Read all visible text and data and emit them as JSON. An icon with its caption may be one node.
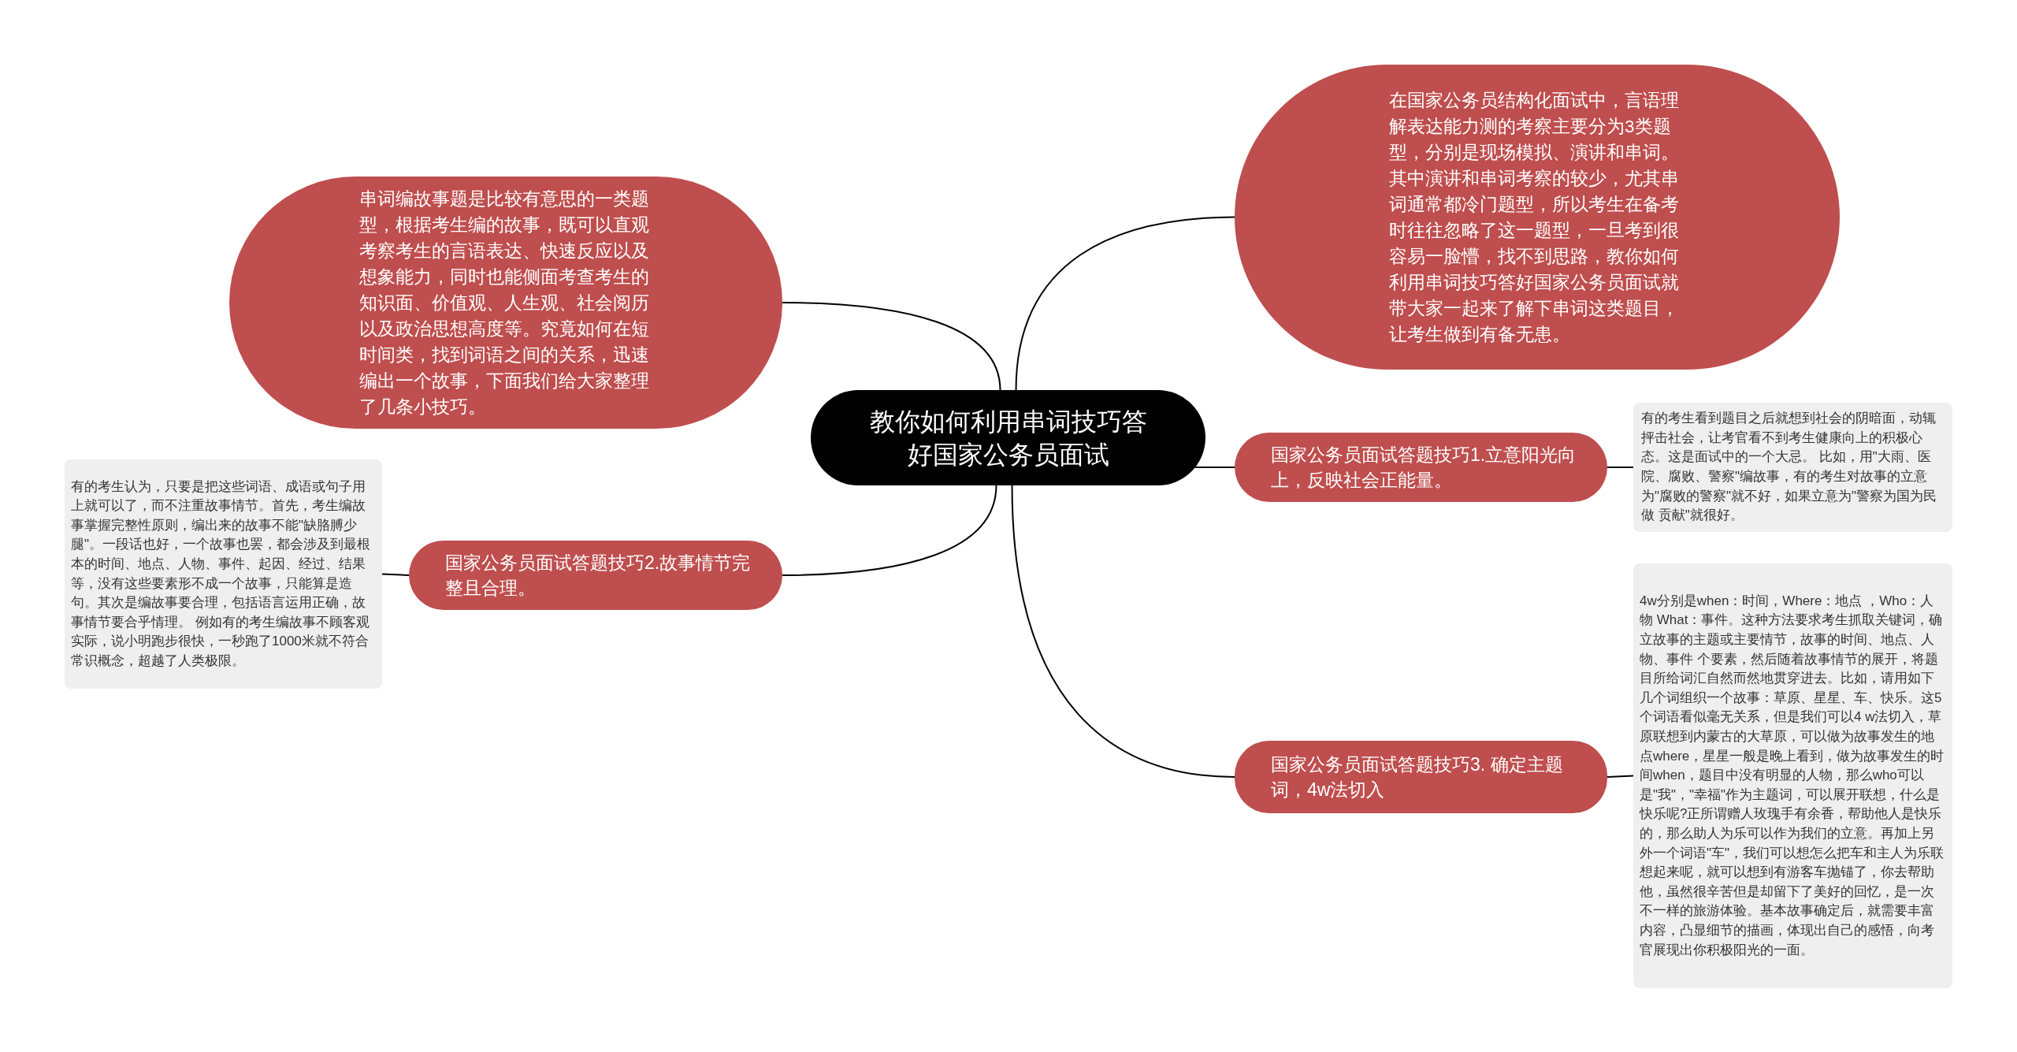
{
  "diagram": {
    "nodes": [
      {
        "text": [
          "教你如何利用串词技巧答好国家公务员面试"
        ]
      },
      {
        "text": [
          "串词编故事题是比较有意思的一类题型，根据考生编的故事，既可以直观考察考生的言语表达、快速反应以及想象能力，同时也能侧面考查考生的知识面、价值观、人生观、社会阅历以及政治思想高度等。究竟如何在短时间类，找到词语之间的关系，迅速编出一个故事，下面我们给大家整理了几条小技巧。"
        ]
      },
      {
        "text": [
          "在国家公务员结构化面试中，言语理解表达能力测的考察主要分为3类题型，分别是现场模拟、演讲和串词。其中演讲和串词考察的较少，尤其串词通常都冷门题型，所以考生在备考时往往忽略了这一题型，一旦考到很容易一脸懵，找不到思路，教你如何利用串词技巧答好国家公务员面试就带大家一起来了解下串词这类题目，让考生做到有备无患。"
        ]
      },
      {
        "text": [
          "国家公务员面试答题技巧1.立意阳光向上，反映社会正能量。"
        ]
      },
      {
        "text": [
          "有的考生看到题目之后就想到社会的阴暗面，动辄抨击社会，让考官看不到考生健康向上的积极心态。这是面试中的一个大忌。 比如，用\"大雨、医院、腐败、警察\"编故事，有的考生对故事的立意为\"腐败的警察\"就不好，如果立意为\"警察为国为民做 贡献\"就很好。"
        ]
      },
      {
        "text": [
          "国家公务员面试答题技巧2.故事情节完整且合理。"
        ]
      },
      {
        "text": [
          "有的考生认为，只要是把这些词语、成语或句子用上就可以了，而不注重故事情节。首先，考生编故事掌握完整性原则，编出来的故事不能\"缺胳膊少腿\"。一段话也好，一个故事也罢，都会涉及到最根本的时间、地点、人物、事件、起因、经过、结果等，没有这些要素形不成一个故事，只能算是造句。其次是编故事要合理，包括语言运用正确，故事情节要合乎情理。 例如有的考生编故事不顾客观实际，说小明跑步很快，一秒跑了1000米就不符合常识概念，超越了人类极限。"
        ]
      },
      {
        "text": [
          "国家公务员面试答题技巧3. 确定主题词，4w法切入"
        ]
      },
      {
        "text": [
          "4w分别是when：时间，Where：地点 ，Who：人物 What：事件。这种方法要求考生抓取关键词，确立故事的主题或主要情节，故事的时间、地点、人物、事件 个要素，然后随着故事情节的展开，将题目所给词汇自然而然地贯穿进去。比如，请用如下几个词组织一个故事：草原、星星、车、快乐。这5个词语看似毫无关系，但是我们可以4 w法切入，草原联想到内蒙古的大草原，可以做为故事发生的地点where，星星一般是晚上看到，做为故事发生的时间when，题目中没有明显的人物，那么who可以是\"我\"，\"幸福\"作为主题词，可以展开联想，什么是快乐呢?正所谓赠人玫瑰手有余香，帮助他人是快乐的，那么助人为乐可以作为我们的立意。再加上另外一个词语\"车\"，我们可以想怎么把车和主人为乐联想起来呢，就可以想到有游客车抛锚了，你去帮助他，虽然很辛苦但是却留下了美好的回忆，是一次不一样的旅游体验。基本故事确定后，就需要丰富内容，凸显细节的描画，体现出自己的感悟，向考官展现出你积极阳光的一面。"
        ]
      }
    ],
    "edges": [
      {
        "from": 0,
        "to": 1,
        "arrow": "none"
      },
      {
        "from": 0,
        "to": 2,
        "arrow": "none"
      },
      {
        "from": 0,
        "to": 3,
        "arrow": "none"
      },
      {
        "from": 0,
        "to": 5,
        "arrow": "none"
      },
      {
        "from": 0,
        "to": 7,
        "arrow": "none"
      },
      {
        "from": 3,
        "to": 4,
        "arrow": "none"
      },
      {
        "from": 5,
        "to": 6,
        "arrow": "none"
      },
      {
        "from": 7,
        "to": 8,
        "arrow": "none"
      }
    ]
  }
}
